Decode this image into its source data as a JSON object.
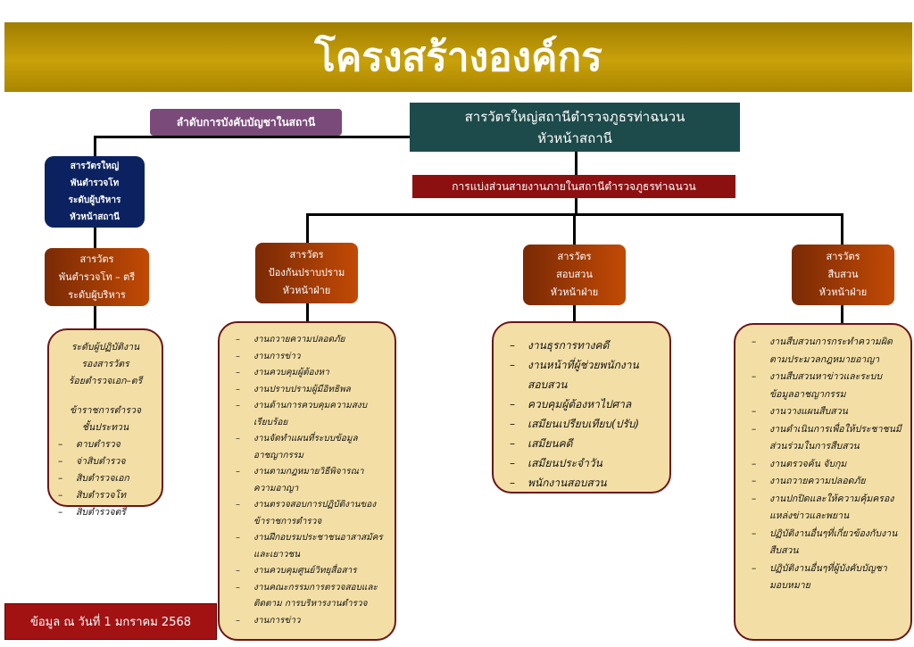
{
  "title": "โครงสร้างองค์กร",
  "command_label": "ลำดับการบังคับบัญชาในสถานี",
  "top_box": {
    "line1": "สารวัตรใหญ่สถานีตำรวจภูธรท่าฉนวน",
    "line2": "หัวหน้าสถานี"
  },
  "division_label": "การแบ่งส่วนสายงานภายในสถานีตำรวจภูธรท่าฉนวน",
  "chief_box": [
    "สารวัตรใหญ่",
    "พันตำรวจโท",
    "ระดับผู้บริหาร",
    "หัวหน้าสถานี"
  ],
  "inspector_box": [
    "สารวัตร",
    "พันตำรวจโท – ตรี",
    "ระดับผู้บริหาร"
  ],
  "staff_box": {
    "header": [
      "ระดับผู้ปฏิบัติงาน",
      "รองสารวัตร",
      "ร้อยตำรวจเอก–ตรี"
    ],
    "sub": [
      "ข้าราชการตำรวจ",
      "ชั้นประทวน"
    ],
    "items": [
      "ดาบตำรวจ",
      "จ่าสิบตำรวจ",
      "สิบตำรวจเอก",
      "สิบตำรวจโท",
      "สิบตำรวจตรี"
    ]
  },
  "divisions": [
    {
      "head": [
        "สารวัตร",
        "ป้องกันปราบปราม",
        "หัวหน้าฝ่าย"
      ],
      "items": [
        "งานถวายความปลอดภัย",
        "งานการข่าว",
        "งานควบคุมผู้ต้องหา",
        "งานปราบปรามผู้มีอิทธิพล",
        "งานด้านการควบคุมความสงบเรียบร้อย",
        "งานจัดทำแผนที่ระบบข้อมูลอาชญากรรม",
        "งานตามกฎหมายวิธีพิจารณาความอาญา",
        "งานตรวจสอบการปฏิบัติงานของข้าราชการตำรวจ",
        "งานฝึกอบรมประชาชนอาสาสมัครและเยาวชน",
        "งานควบคุมศูนย์วิทยุสื่อสาร",
        "งานคณะกรรมการตรวจสอบและติดตาม การบริหารงานตำรวจ",
        "งานการข่าว"
      ]
    },
    {
      "head": [
        "สารวัตร",
        "สอบสวน",
        "หัวหน้าฝ่าย"
      ],
      "items": [
        "งานธุรการทางคดี",
        "งานหน้าที่ผู้ช่วยพนักงานสอบสวน",
        "ควบคุมผู้ต้องหาไปศาล",
        "เสมียนเปรียบเทียบ(ปรับ)",
        "เสมียนคดี",
        "เสมียนประจำวัน",
        "พนักงานสอบสวน"
      ]
    },
    {
      "head": [
        "สารวัตร",
        "สืบสวน",
        "หัวหน้าฝ่าย"
      ],
      "items": [
        "งานสืบสวนการกระทำความผิดตามประมวลกฎหมายอาญา",
        "งานสืบสวนหาข่าวและระบบข้อมูลอาชญากรรม",
        "งานวางแผนสืบสวน",
        "งานดำเนินการเพื่อให้ประชาชนมีส่วนร่วมในการสืบสวน",
        "งานตรวจค้น จับกุม",
        "งานถวายความปลอดภัย",
        "งานปกปิดและให้ความคุ้มครองแหล่งข่าวและพยาน",
        "ปฏิบัติงานอื่นๆที่เกี่ยวข้องกับงานสืบสวน",
        "ปฏิบัติงานอื่นๆที่ผู้บังคับบัญชามอบหมาย"
      ]
    }
  ],
  "date_note": "ข้อมูล ณ วันที่ 1 มกราคม 2568"
}
